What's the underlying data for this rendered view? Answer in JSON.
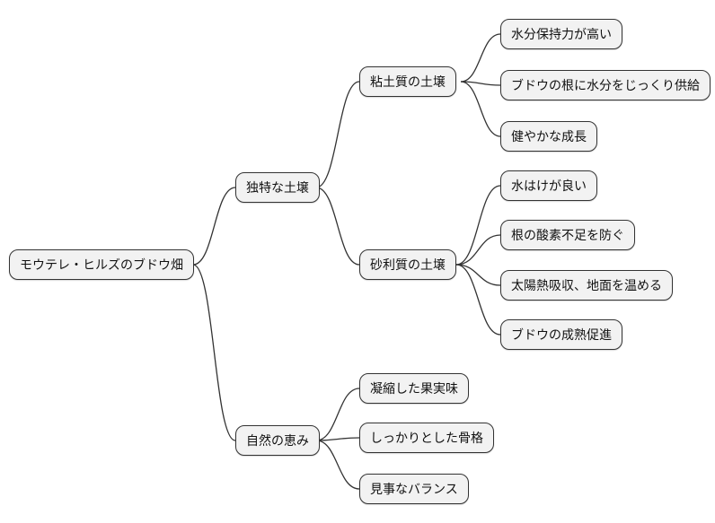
{
  "diagram": {
    "kind": "mindmap",
    "direction": "left-to-right",
    "colors": {
      "background": "#ffffff",
      "node_fill": "#f2f2f2",
      "node_border": "#333333",
      "edge_stroke": "#333333",
      "text": "#111111"
    }
  },
  "nodes": [
    {
      "id": "root",
      "parent": null,
      "label": "モウテレ・ヒルズのブドウ畑"
    },
    {
      "id": "unique-soil",
      "parent": "root",
      "label": "独特な土壌"
    },
    {
      "id": "clay-soil",
      "parent": "unique-soil",
      "label": "粘土質の土壌"
    },
    {
      "id": "water-retention",
      "parent": "clay-soil",
      "label": "水分保持力が高い"
    },
    {
      "id": "water-supply",
      "parent": "clay-soil",
      "label": "ブドウの根に水分をじっくり供給"
    },
    {
      "id": "healthy-growth",
      "parent": "clay-soil",
      "label": "健やかな成長"
    },
    {
      "id": "gravel-soil",
      "parent": "unique-soil",
      "label": "砂利質の土壌"
    },
    {
      "id": "good-drainage",
      "parent": "gravel-soil",
      "label": "水はけが良い"
    },
    {
      "id": "oxygen",
      "parent": "gravel-soil",
      "label": "根の酸素不足を防ぐ"
    },
    {
      "id": "solar-heat",
      "parent": "gravel-soil",
      "label": "太陽熱吸収、地面を温める"
    },
    {
      "id": "ripening",
      "parent": "gravel-soil",
      "label": "ブドウの成熟促進"
    },
    {
      "id": "nature-blessing",
      "parent": "root",
      "label": "自然の恵み"
    },
    {
      "id": "fruit-flavor",
      "parent": "nature-blessing",
      "label": "凝縮した果実味"
    },
    {
      "id": "firm-structure",
      "parent": "nature-blessing",
      "label": "しっかりとした骨格"
    },
    {
      "id": "great-balance",
      "parent": "nature-blessing",
      "label": "見事なバランス"
    }
  ]
}
